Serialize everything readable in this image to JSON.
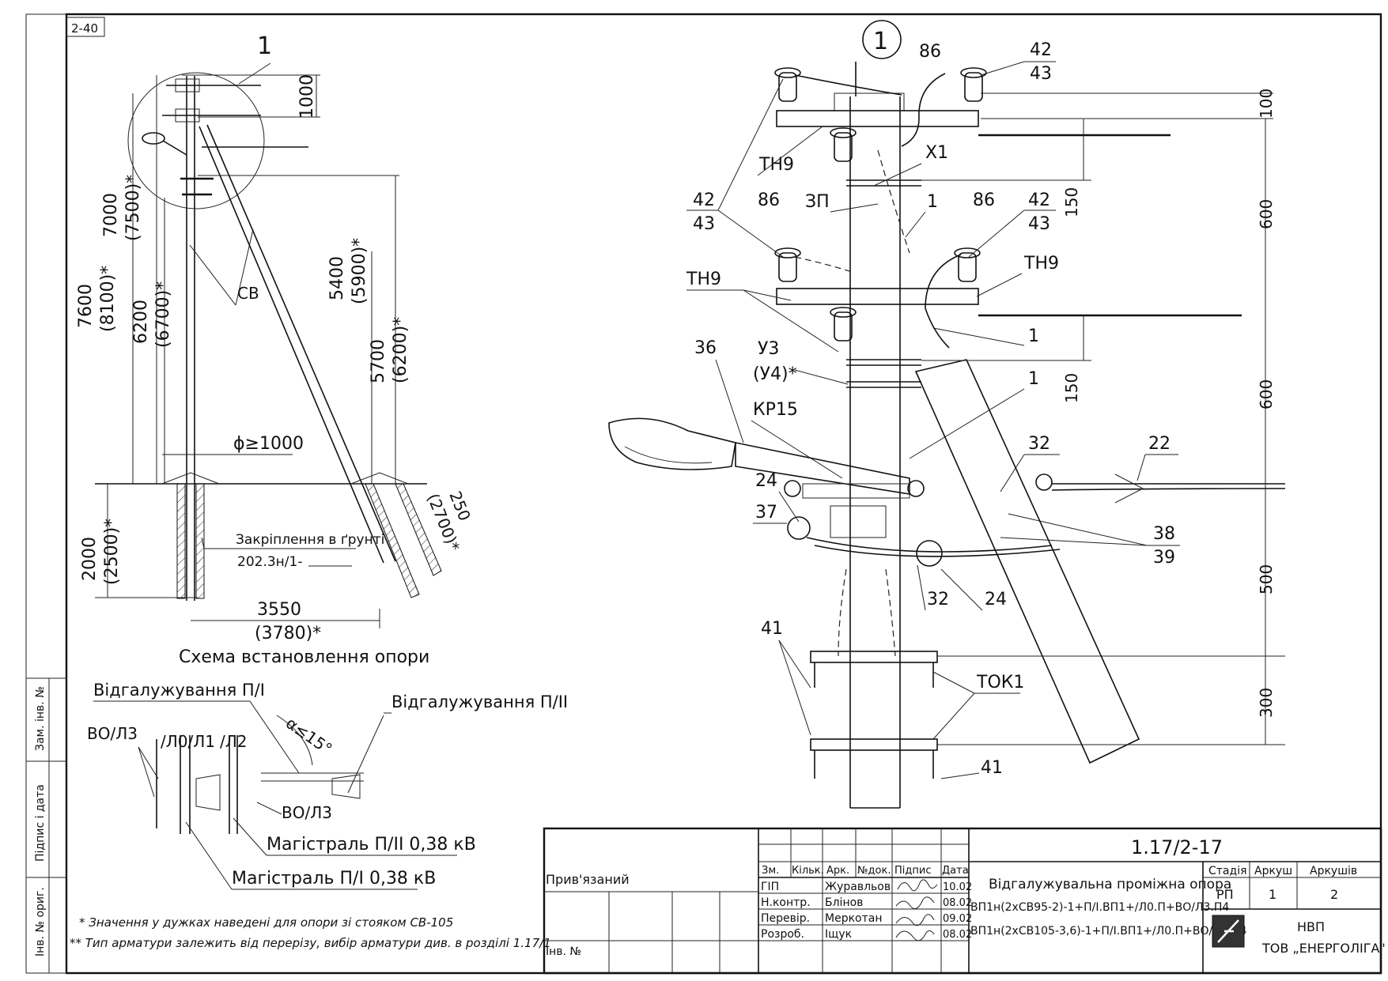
{
  "sheet_code": "2-40",
  "left": {
    "node_label": "1",
    "dims": {
      "d1000": "1000",
      "d7000": "7000",
      "d7500": "(7500)*",
      "d7600": "7600",
      "d8100": "(8100)*",
      "d6200": "6200",
      "d6700": "(6700)*",
      "d5400": "5400",
      "d5900": "(5900)*",
      "d5700": "5700",
      "d6200b": "(6200)*",
      "d250": "250",
      "d2700": "(2700)*",
      "d2000": "2000",
      "d2500": "(2500)*",
      "d3550": "3550",
      "d3780": "(3780)*",
      "phi": "ϕ≥1000"
    },
    "cb": "СВ",
    "ground_line1": "Закріплення в ґрунті",
    "ground_line2": "202.3н/1-",
    "caption": "Схема встановлення опори"
  },
  "plan": {
    "branch_pl": "Відгалужування П/І",
    "branch_pli": "Відгалужування П/ІІ",
    "angle": "α≤15°",
    "vo_l3": "ВО/Л3",
    "lo_l1": "/Л0/Л1",
    "l2": "/Л2",
    "vo_l3b": "ВО/Л3",
    "main_pli": "Магістраль П/ІІ 0,38 кВ",
    "main_pl": "Магістраль П/І 0,38 кВ"
  },
  "notes": {
    "n1": "* Значення у дужках наведені для опори зі стояком СВ-105",
    "n2": "** Тип арматури залежить від перерізу, вибір арматури див. в розділі 1.17/1"
  },
  "side": {
    "s1": "Інв. № ориг.",
    "s2": "Підпис і дата",
    "s3": "Зам. інв. №"
  },
  "detail": {
    "node": "1",
    "l86a": "86",
    "l42a": "42",
    "l43a": "43",
    "th9a": "ТН9",
    "x1": "Х1",
    "zp": "ЗП",
    "one_a": "1",
    "l42b": "42",
    "l43b": "43",
    "l86b": "86",
    "l86c": "86",
    "l42c": "42",
    "l43c": "43",
    "th9b": "ТН9",
    "th9c": "ТН9",
    "one_b": "1",
    "l36": "36",
    "u3": "У3",
    "u4": "(У4)*",
    "one_c": "1",
    "kp15": "КР15",
    "l32a": "32",
    "l22": "22",
    "l24a": "24",
    "l37": "37",
    "l38": "38",
    "l39": "39",
    "l32b": "32",
    "l24b": "24",
    "l41a": "41",
    "tok1": "ТОК1",
    "l41b": "41",
    "d100": "100",
    "d150a": "150",
    "d600a": "600",
    "d150b": "150",
    "d600b": "600",
    "d500": "500",
    "d300": "300"
  },
  "stamp": {
    "code": "1.17/2-17",
    "privyaz": "Прив'язаний",
    "inv": "Інв. №",
    "h_zm": "Зм.",
    "h_kilk": "Кільк.",
    "h_ark": "Арк.",
    "h_doc": "№док.",
    "h_pidpys": "Підпис",
    "h_data": "Дата",
    "r1_role": "ГІП",
    "r1_name": "Журавльов",
    "r1_date": "10.02",
    "r2_role": "Н.контр.",
    "r2_name": "Блінов",
    "r2_date": "08.02",
    "r3_role": "Перевір.",
    "r3_name": "Меркотан",
    "r3_date": "09.02",
    "r4_role": "Розроб.",
    "r4_name": "Іщук",
    "r4_date": "08.02",
    "title1": "Відгалужувальна проміжна опора",
    "title2": "ВП1н(2хСВ95-2)-1+П/І.ВП1+/Л0.П+ВО/Л3.П4",
    "title3": "ВП1н(2хСВ105-3,6)-1+П/І.ВП1+/Л0.П+ВО/Л3.П4",
    "h_stadia": "Стадія",
    "h_arkush": "Аркуш",
    "h_arkushiv": "Аркушів",
    "stadia": "РП",
    "arkush": "1",
    "arkushiv": "2",
    "org1": "НВП",
    "org2": "ТОВ „ЕНЕРГОЛІГА\""
  }
}
